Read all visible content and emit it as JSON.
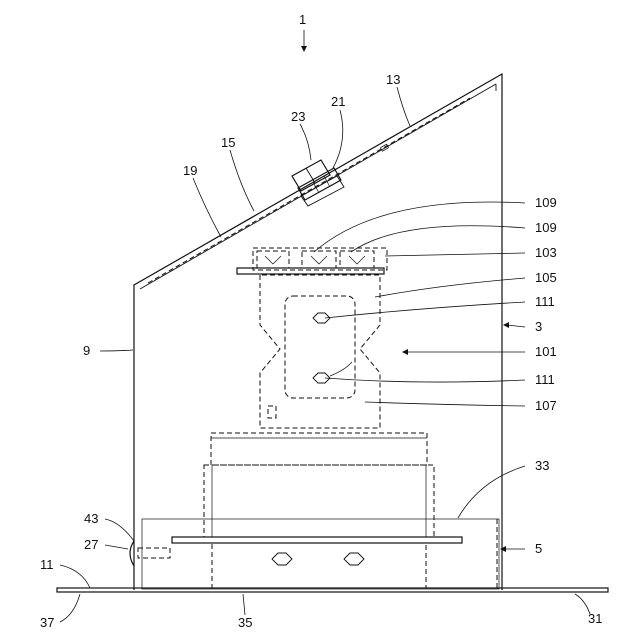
{
  "figure": {
    "ref_numerals": {
      "n1": "1",
      "n13": "13",
      "n21": "21",
      "n23": "23",
      "n15": "15",
      "n19": "19",
      "n109a": "109",
      "n109b": "109",
      "n103": "103",
      "n105": "105",
      "n111a": "111",
      "n3": "3",
      "n9": "9",
      "n101": "101",
      "n111b": "111",
      "n107": "107",
      "n33": "33",
      "n43": "43",
      "n27": "27",
      "n5": "5",
      "n11": "11",
      "n37": "37",
      "n35": "35",
      "n31": "31"
    }
  }
}
